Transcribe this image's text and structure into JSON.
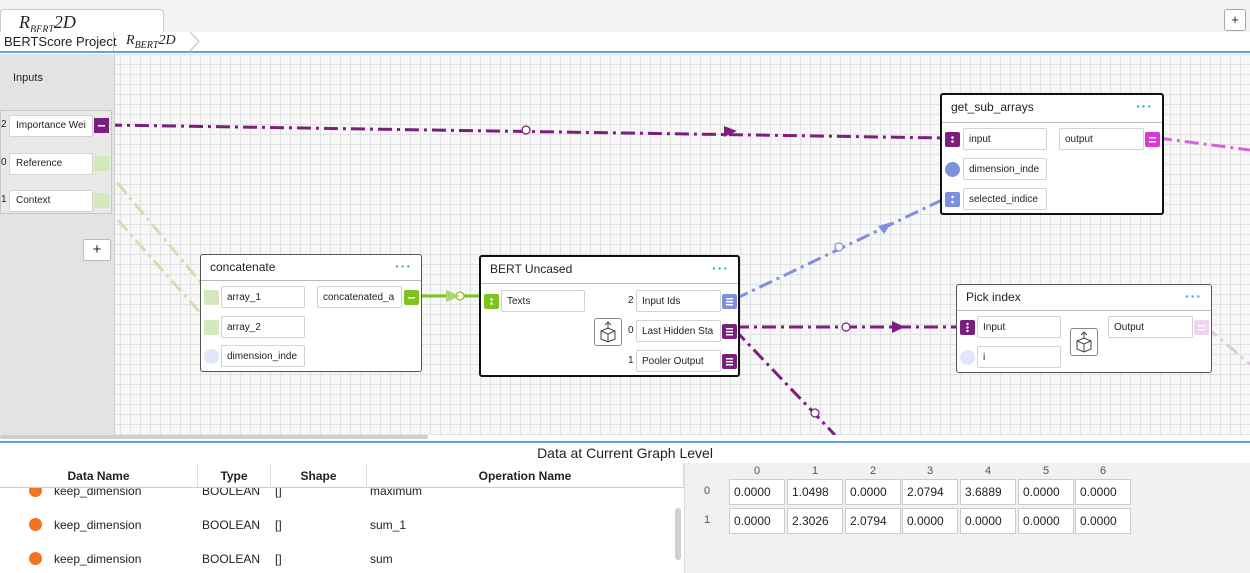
{
  "tab": {
    "title_main": "R",
    "title_sub": "BERT",
    "title_tail": "2D",
    "add_label": "+"
  },
  "breadcrumb": {
    "project": "BERTScore Project",
    "current_main": "R",
    "current_sub": "BERT",
    "current_tail": "2D"
  },
  "inputs_panel": {
    "title": "Inputs",
    "items": [
      {
        "index": "2",
        "label": "Importance Wei"
      },
      {
        "index": "0",
        "label": "Reference"
      },
      {
        "index": "1",
        "label": "Context"
      }
    ],
    "add_label": "+"
  },
  "nodes": {
    "concatenate": {
      "title": "concatenate",
      "menu": "···",
      "inputs": [
        "array_1",
        "array_2",
        "dimension_inde"
      ],
      "output": "concatenated_a"
    },
    "bert": {
      "title": "BERT Uncased",
      "menu": "···",
      "input": "Texts",
      "outputs": [
        {
          "index": "2",
          "label": "Input Ids"
        },
        {
          "index": "0",
          "label": "Last Hidden Sta"
        },
        {
          "index": "1",
          "label": "Pooler Output"
        }
      ]
    },
    "get_sub_arrays": {
      "title": "get_sub_arrays",
      "menu": "···",
      "inputs": [
        "input",
        "dimension_inde",
        "selected_indice"
      ],
      "output": "output"
    },
    "pick_index": {
      "title": "Pick index",
      "menu": "···",
      "inputs": [
        "Input",
        "i"
      ],
      "output": "Output"
    }
  },
  "bottom": {
    "title": "Data at Current Graph Level",
    "columns": [
      "Data Name",
      "Type",
      "Shape",
      "Operation Name"
    ],
    "rows": [
      {
        "name": "keep_dimension",
        "type": "BOOLEAN",
        "shape": "[]",
        "op": "maximum"
      },
      {
        "name": "keep_dimension",
        "type": "BOOLEAN",
        "shape": "[]",
        "op": "sum_1"
      },
      {
        "name": "keep_dimension",
        "type": "BOOLEAN",
        "shape": "[]",
        "op": "sum"
      }
    ],
    "matrix": {
      "col_headers": [
        "0",
        "1",
        "2",
        "3",
        "4",
        "5",
        "6"
      ],
      "row_headers": [
        "0",
        "1"
      ],
      "values": [
        [
          "0.0000",
          "1.0498",
          "0.0000",
          "2.0794",
          "3.6889",
          "0.0000",
          "0.0000"
        ],
        [
          "0.0000",
          "2.3026",
          "2.0794",
          "0.0000",
          "0.0000",
          "0.0000",
          "0.0000"
        ]
      ]
    }
  },
  "colors": {
    "purple": "#7b1f7e",
    "lime": "#7ec41e",
    "periwinkle": "#7f8fe0",
    "magenta": "#d83ad8",
    "orange": "#f47321",
    "accent": "#5aa6e0"
  }
}
